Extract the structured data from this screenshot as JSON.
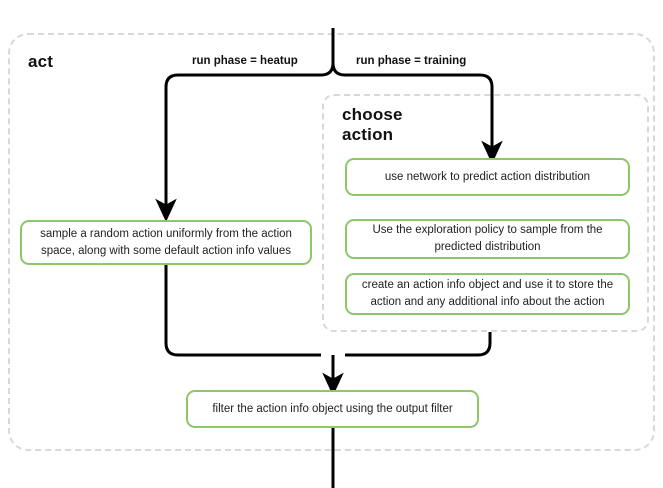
{
  "diagram": {
    "title": "act",
    "groups": [
      {
        "id": "act",
        "label": "act",
        "style": "dashed-rounded"
      },
      {
        "id": "choose-action",
        "label": "choose action",
        "style": "dashed-rounded"
      }
    ],
    "edge_labels": {
      "heatup": "run phase = heatup",
      "training": "run phase = training"
    },
    "nodes": {
      "sample_random": "sample a random action uniformly from the action space, along with some default action info values",
      "use_network": "use network to predict action distribution",
      "exploration_policy": "Use the exploration policy to sample from the predicted distribution",
      "create_action_info": "create an action info object and use it to store the action and any additional info about the action",
      "filter_output": "filter the action info object using the output filter"
    },
    "colors": {
      "node_border": "#8dc76a",
      "group_border": "#d8d8d8",
      "connector": "#000000",
      "text": "#222222",
      "background": "#ffffff"
    }
  }
}
